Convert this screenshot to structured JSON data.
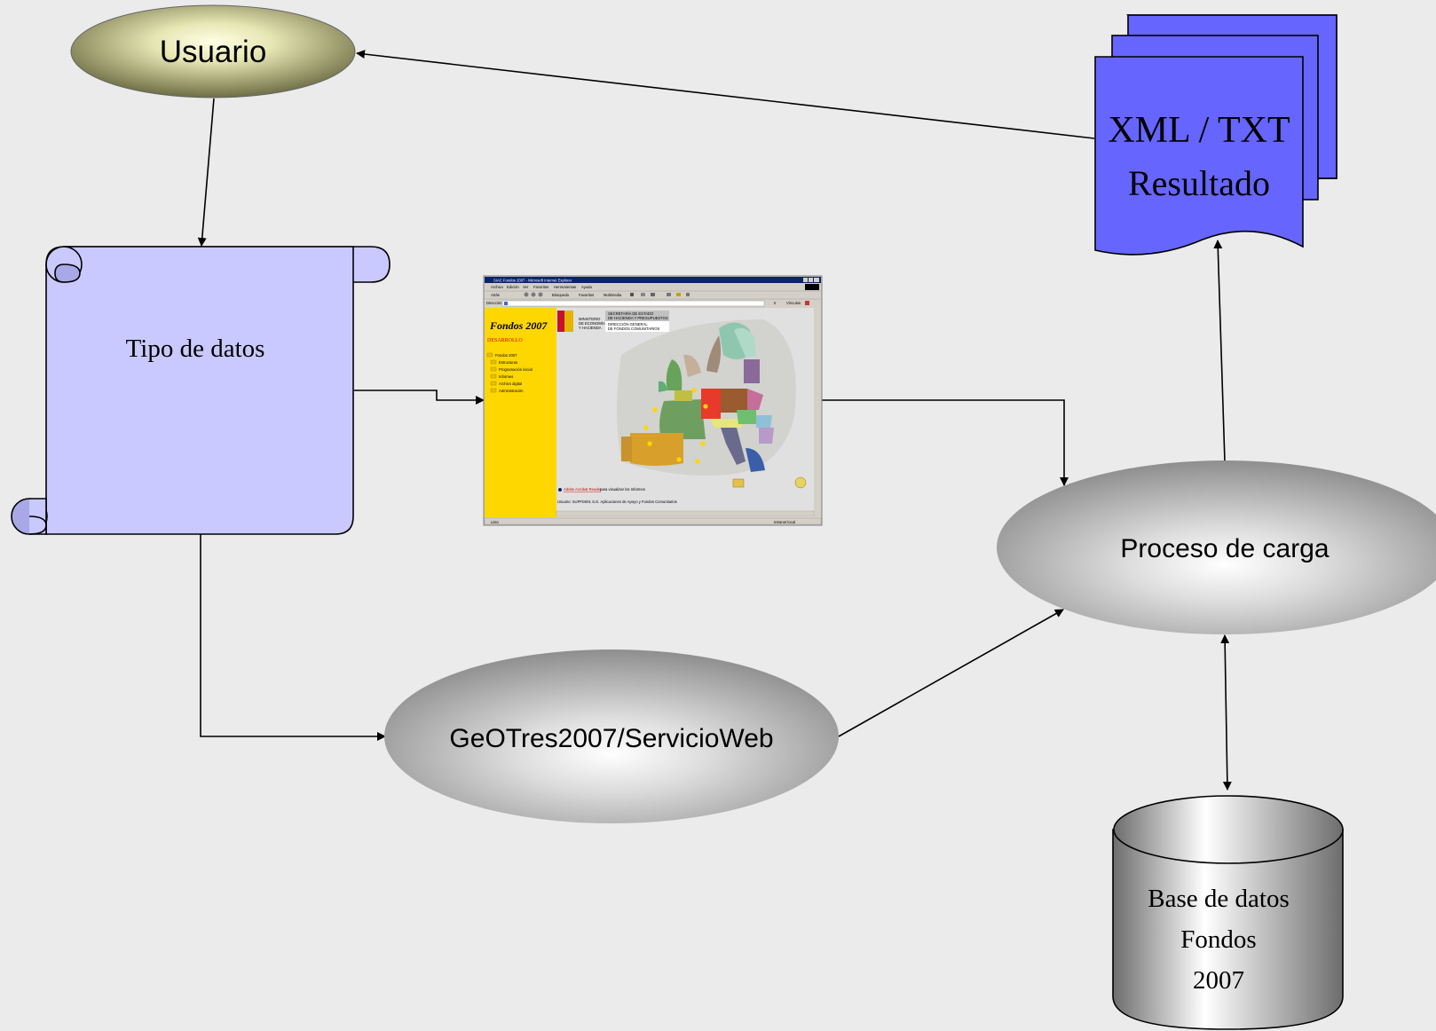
{
  "nodes": {
    "usuario": {
      "label": "Usuario"
    },
    "tipo_datos": {
      "label": "Tipo de datos"
    },
    "xml_txt": {
      "line1": "XML / TXT",
      "line2": "Resultado"
    },
    "servicio_web": {
      "label": "GeOTres2007/ServicioWeb"
    },
    "proceso_carga": {
      "label": "Proceso de carga"
    },
    "base_datos": {
      "line1": "Base de datos",
      "line2": "Fondos",
      "line3": "2007"
    }
  },
  "browser": {
    "window_title": "SIAC Fondos 2007 - Microsoft Internet Explorer",
    "menu": [
      "Archivo",
      "Edición",
      "Ver",
      "Favoritos",
      "Herramientas",
      "Ayuda"
    ],
    "toolbar_labels": [
      "Atrás",
      "Búsqueda",
      "Favoritos",
      "Multimedia"
    ],
    "address_label": "Dirección",
    "go_label": "Ir",
    "links_label": "Vínculos",
    "app_title": "Fondos 2007",
    "app_subtitle": "DESARROLLO",
    "ministry": [
      "MINISTERIO",
      "DE ECONOMÍA",
      "Y HACIENDA"
    ],
    "secretaria": [
      "SECRETARÍA DE ESTADO",
      "DE HACIENDA Y PRESUPUESTOS"
    ],
    "direccion": [
      "DIRECCIÓN GENERAL",
      "DE FONDOS COMUNITARIOS"
    ],
    "menu_tree": [
      "Fondos 2007",
      "Estructuras",
      "Programación inicial",
      "Informes",
      "Archivo digital",
      "Administración"
    ],
    "adobe_link": "Adobe Acrobat Reader",
    "adobe_text": "para visualizar los Informes",
    "user_line": "Usuario: SUPFD001  S.G. Aplicaciones de Apoyo  y Fondos Comunitarios",
    "status_left": "Listo",
    "status_right": "Intranet local"
  },
  "colors": {
    "background": "#ebebeb",
    "scroll_fill": "#c9c9ff",
    "document_fill": "#6666ff",
    "app_sidebar": "#ffd700"
  }
}
